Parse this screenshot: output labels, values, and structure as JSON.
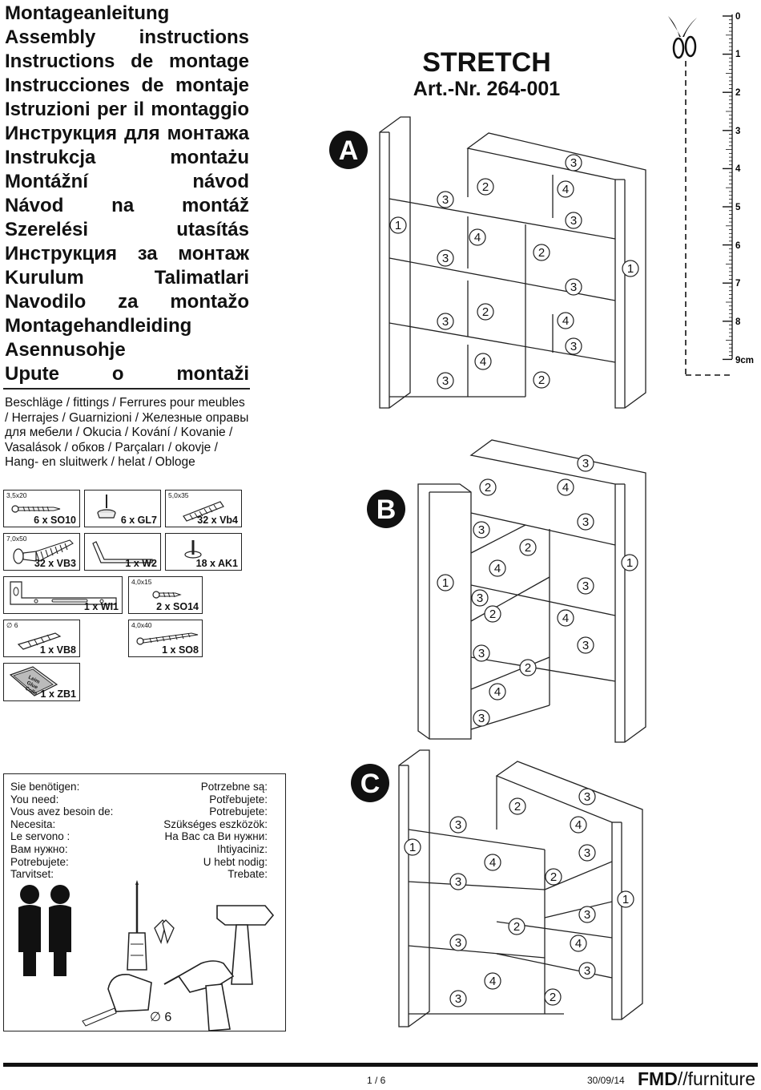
{
  "titles": [
    "Montageanleitung",
    "Assembly instructions",
    "Instructions de montage",
    "Instrucciones de montaje",
    "Istruzioni per il montaggio",
    "Инструкция для монтажа",
    "Instrukcja montażu",
    "Montážní návod",
    "Návod na montáž",
    "Szerelési utasítás",
    "Инструкция за монтаж",
    "Kurulum Talimatlari",
    "Navodilo za montažo",
    "Montagehandleiding",
    "Asennusohje",
    "Upute o montaži"
  ],
  "fittings_label": "Beschläge / fittings / Ferrures pour meubles / Herrajes / Guarnizioni / Железные оправы для мебели / Okucia / Kování / Kovanie / Vasalások / обков / Parçaları / okovje / Hang- en sluitwerk / helat / Oblo­ge",
  "parts": [
    {
      "size": "3,5x20",
      "qty": "6 x SO10"
    },
    {
      "size": "",
      "qty": "6 x GL7"
    },
    {
      "size": "5,0x35",
      "qty": "32 x Vb4"
    },
    {
      "size": "7,0x50",
      "qty": "32 x VB3"
    },
    {
      "size": "",
      "qty": "1 x W2"
    },
    {
      "size": "",
      "qty": "18 x AK1"
    },
    {
      "size": "",
      "qty": "1 x WI1"
    },
    {
      "size": "4,0x15",
      "qty": "2 x SO14"
    },
    {
      "size": "∅ 6",
      "qty": "1 x VB8"
    },
    {
      "size": "4,0x40",
      "qty": "1 x SO8"
    },
    {
      "size": "",
      "qty": "1 x ZB1"
    }
  ],
  "glue_text": [
    "Leim",
    "Glue",
    "Colle"
  ],
  "need_left": [
    "Sie benötigen:",
    "You need:",
    "Vous avez besoin de:",
    "Necesita:",
    "Le servono :",
    "Вам нужно:",
    "Potrebujete:",
    "Tarvitset:"
  ],
  "need_right": [
    "Potrzebne są:",
    "Potřebujete:",
    "Potrebujete:",
    "Szükséges eszközök:",
    "На Вас са Ви нужни:",
    "Ihtiyaciniz:",
    "U hebt nodig:",
    "Trebate:"
  ],
  "drill_label": "∅ 6",
  "product": {
    "name": "STRETCH",
    "art": "Art.-Nr. 264-001"
  },
  "variants": [
    "A",
    "B",
    "C"
  ],
  "ruler": {
    "labels": [
      "0",
      "1",
      "2",
      "3",
      "4",
      "5",
      "6",
      "7",
      "8",
      "9cm"
    ],
    "icon": "scissors-icon"
  },
  "footer": {
    "page": "1 / 6",
    "date": "30/09/14",
    "brand_bold": "FMD",
    "brand_rest": "//furniture"
  },
  "colors": {
    "ink": "#111111",
    "paper": "#ffffff"
  }
}
